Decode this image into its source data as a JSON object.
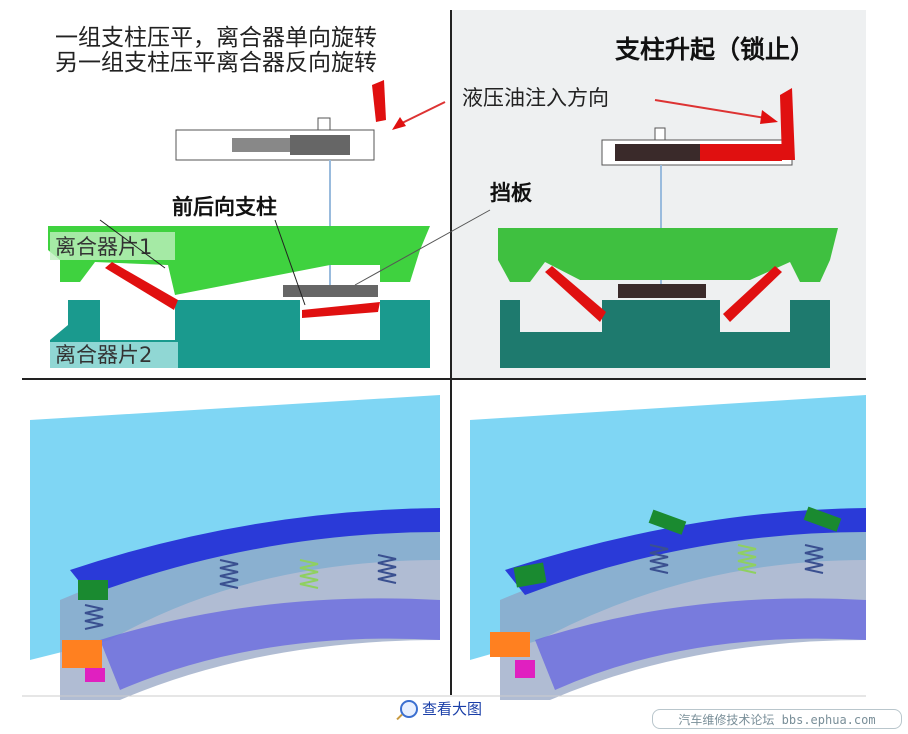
{
  "top_left": {
    "caption_line1": "一组支柱压平，离合器单向旋转",
    "caption_line2": "另一组支柱压平离合器反向旋转",
    "strut_label": "前后向支柱",
    "plate1_label": "离合器片1",
    "plate2_label": "离合器片2"
  },
  "top_right": {
    "title": "支柱升起（锁止）",
    "oil_label": "液压油注入方向",
    "baffle_label": "挡板"
  },
  "footer": {
    "view_large": "查看大图",
    "watermark": "汽车维修技术论坛 bbs.ephua.com"
  },
  "colors": {
    "green": "#3fd23f",
    "teal": "#1a9a8e",
    "red": "#e01010",
    "blue": "#2a3ad8",
    "cyan": "#6ad0f0"
  }
}
